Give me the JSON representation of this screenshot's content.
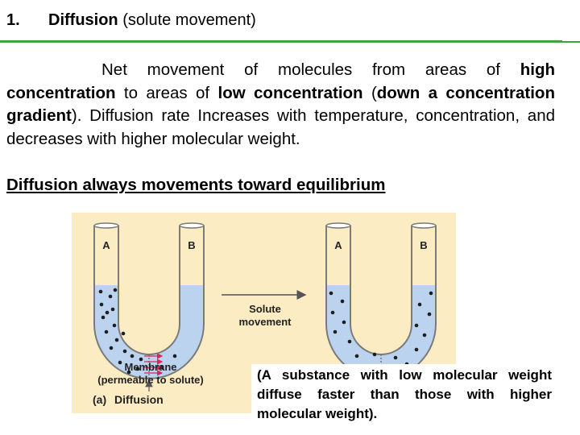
{
  "slide": {
    "number": "1.",
    "title_main": "Diffusion",
    "title_rest": " (solute movement)"
  },
  "body": {
    "p1": "Net movement of molecules from areas of ",
    "b1": "high concentration",
    "p2": " to areas of ",
    "b2": "low concentration",
    "p3": " (",
    "b3": "down a concentration gradient",
    "p4": "). Diffusion rate Increases with temperature, concentration, and decreases with higher molecular weight.",
    "emphasis": "Diffusion always movements toward equilibrium"
  },
  "figure": {
    "label_a_left": "A",
    "label_b_left": "B",
    "label_a_right": "A",
    "label_b_right": "B",
    "arrow_line1": "Solute",
    "arrow_line2": "movement",
    "membrane_line1": "Membrane",
    "membrane_line2": "(permeable to solute)",
    "panel_letter": "(a)",
    "panel_title": "Diffusion",
    "colors": {
      "background": "#fbecc4",
      "water": "#bcd3ef",
      "arrow": "#d9265a",
      "solute": "#1d1d1d"
    }
  },
  "caption": "(A substance with low molecular weight diffuse faster than those with higher molecular weight)."
}
